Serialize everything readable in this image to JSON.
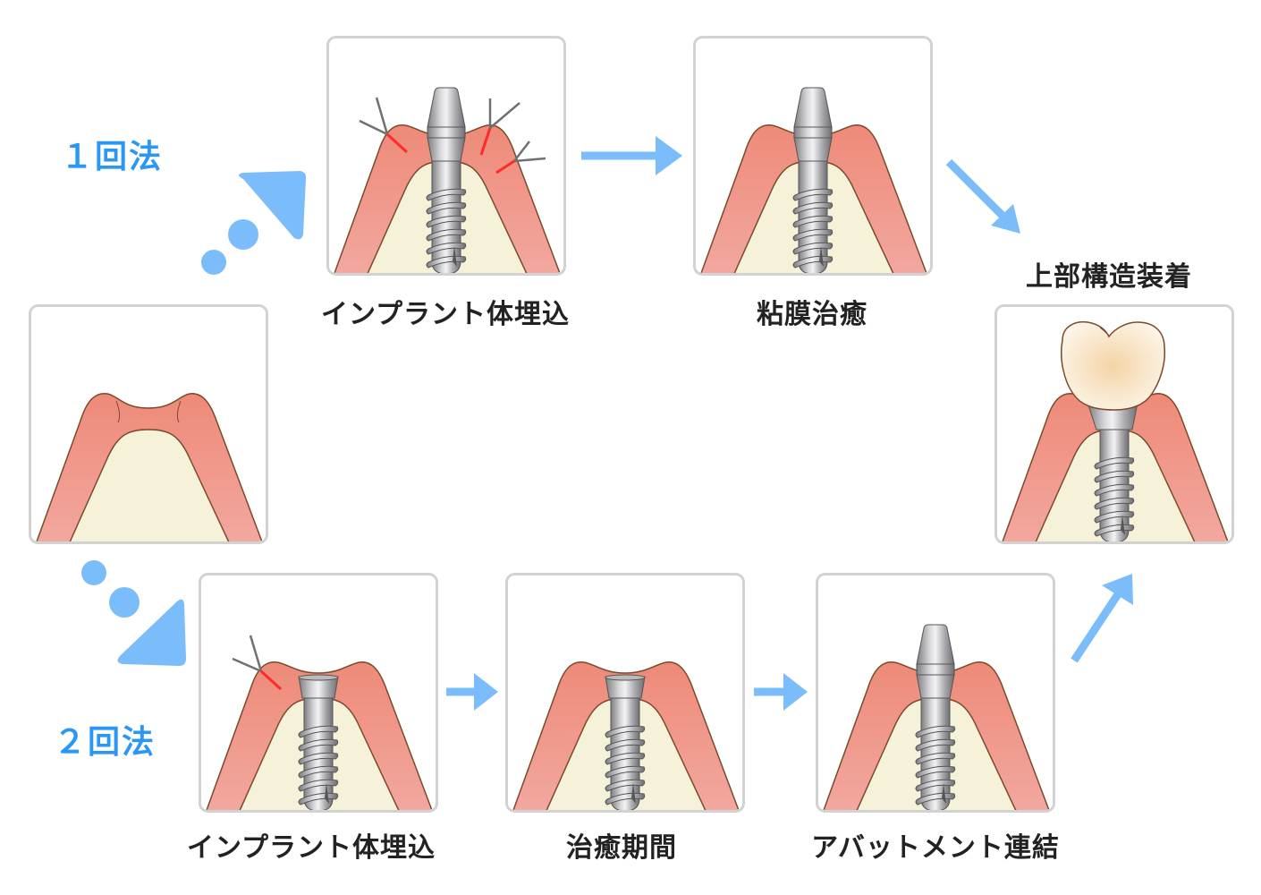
{
  "methods": {
    "one_stage": "１回法",
    "two_stage": "２回法"
  },
  "panels": [
    {
      "id": "initial",
      "label": "",
      "stage": "gum"
    },
    {
      "id": "one-implant",
      "label": "インプラント体埋込",
      "stage": "implant-sutured"
    },
    {
      "id": "one-healing",
      "label": "粘膜治癒",
      "stage": "implant-abutment"
    },
    {
      "id": "crown",
      "label": "上部構造装着",
      "stage": "crown"
    },
    {
      "id": "two-implant",
      "label": "インプラント体埋込",
      "stage": "fixture-sutured"
    },
    {
      "id": "two-healing",
      "label": "治癒期間",
      "stage": "fixture"
    },
    {
      "id": "two-abutment",
      "label": "アバットメント連結",
      "stage": "implant-abutment"
    }
  ],
  "colors": {
    "method_text": "#2a96f5",
    "arrow": "#7bbcfb",
    "panel_border": "#d2d2d2",
    "gum": "#ef8f7f",
    "gum_outline": "#7a4a2a",
    "bone": "#f6f1d9",
    "suture_red": "#ff2a2a",
    "suture_thread": "#707070"
  }
}
